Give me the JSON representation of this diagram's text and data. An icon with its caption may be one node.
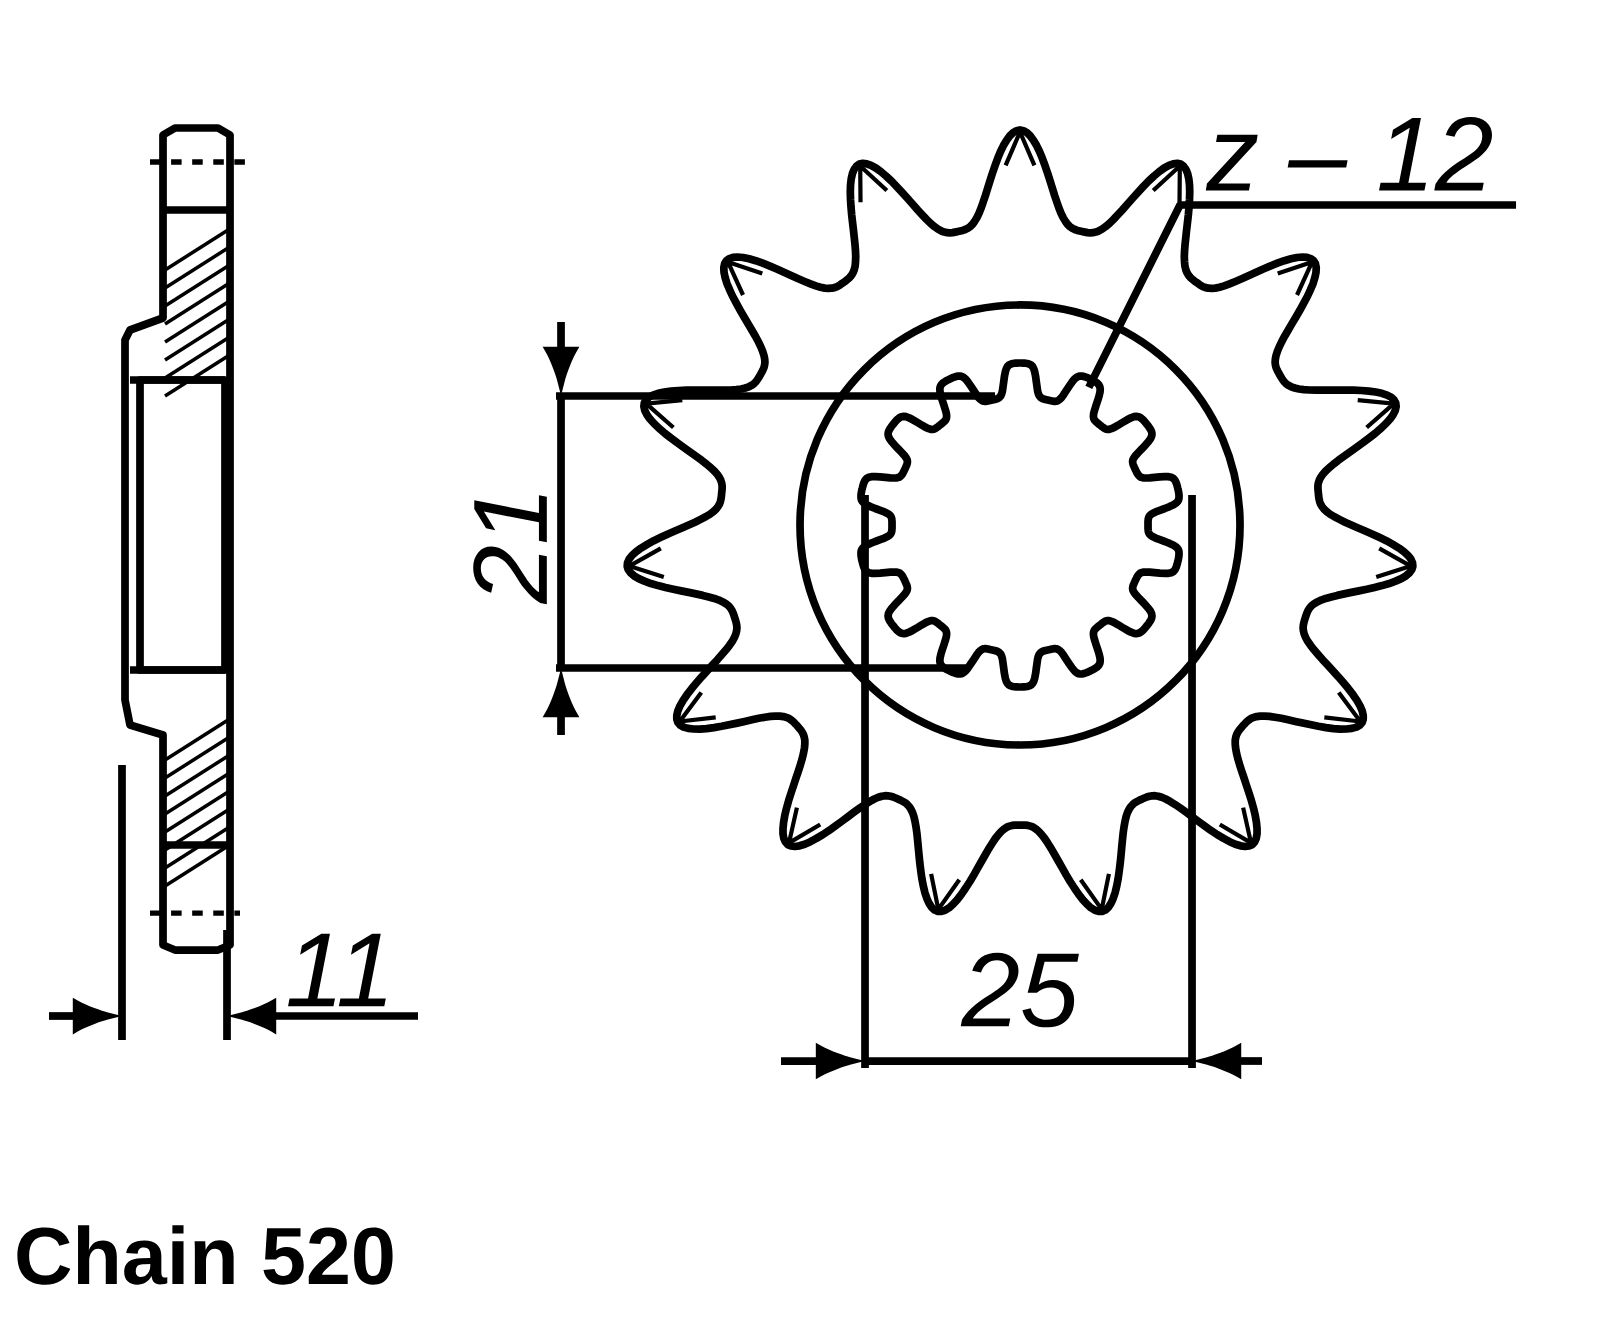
{
  "diagram": {
    "nodes": [
      {
        "text": [
          "z – 12"
        ]
      },
      {
        "text": [],
        "shape": "picture"
      }
    ],
    "edges": [
      {
        "from": 0,
        "to": 1,
        "arrow": "none"
      }
    ],
    "labels": [
      "21",
      "25",
      "11",
      "Chain 520"
    ]
  }
}
